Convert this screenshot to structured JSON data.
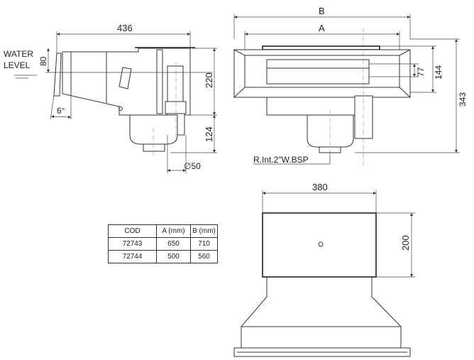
{
  "side_view": {
    "width_dim": "436",
    "height_top_dim": "220",
    "height_bottom_dim": "124",
    "water_offset_dim": "80",
    "water_level_line1": "WATER",
    "water_level_line2": "LEVEL",
    "angle": "6°",
    "outlet_diameter": "∅50"
  },
  "front_view": {
    "dim_b": "B",
    "dim_a": "A",
    "dim_77": "77",
    "dim_144": "144",
    "dim_343": "343",
    "connection_label": "R.Int.2\"W.BSP"
  },
  "top_view": {
    "width_dim": "380",
    "depth_dim": "200"
  },
  "table": {
    "headers": [
      "COD",
      "A (mm)",
      "B (mm)"
    ],
    "rows": [
      [
        "72743",
        "650",
        "710"
      ],
      [
        "72744",
        "500",
        "560"
      ]
    ]
  }
}
